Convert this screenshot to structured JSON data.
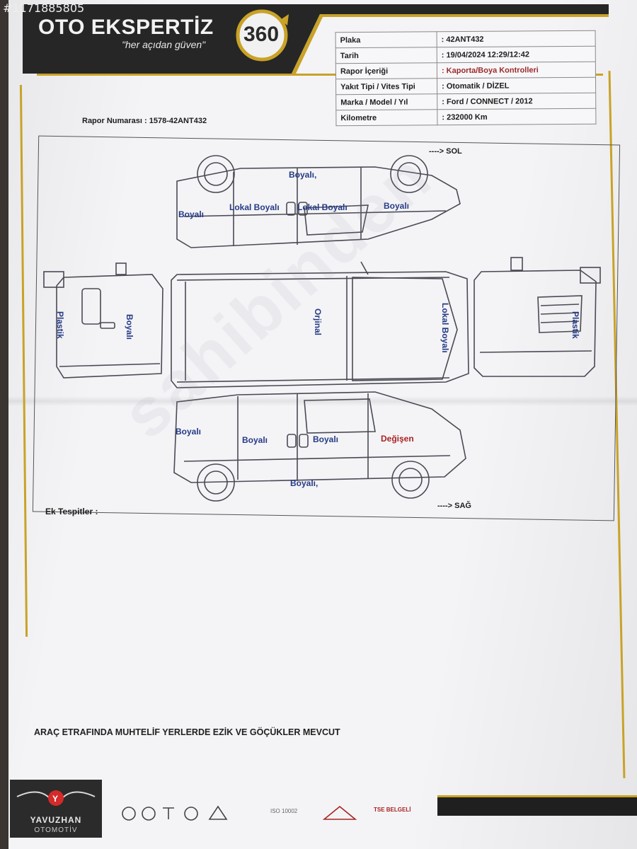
{
  "stock_id": "#1171885805",
  "brand": {
    "title": "OTO EKSPERTİZ",
    "slogan": "\"her açıdan güven\"",
    "badge": "360"
  },
  "info": [
    {
      "label": "Plaka",
      "value": ": 42ANT432"
    },
    {
      "label": "Tarih",
      "value": ": 19/04/2024  12:29/12:42"
    },
    {
      "label": "Rapor İçeriği",
      "value": ": Kaporta/Boya Kontrolleri"
    },
    {
      "label": "Yakıt Tipi / Vites Tipi",
      "value": ": Otomatik / DİZEL"
    },
    {
      "label": "Marka / Model / Yıl",
      "value": ": Ford / CONNECT / 2012"
    },
    {
      "label": "Kilometre",
      "value": ": 232000 Km"
    }
  ],
  "report_number": "Rapor Numarası  :  1578-42ANT432",
  "directions": {
    "sol": "----> SOL",
    "sag": "----> SAĞ"
  },
  "ek_tespitler": "Ek Tespitler :",
  "panel_labels": {
    "top_roof": "Boyalı,",
    "top_rear_quarter": "Boyalı",
    "top_rear_door": "Lokal Boyalı",
    "top_front_door": "Lokal Boyalı",
    "top_front_fender": "Boyalı",
    "rear_bumper": "Plastik",
    "rear_hatch": "Boyalı",
    "roof": "Orjinal",
    "hood": "Lokal Boyalı",
    "front_bumper": "Plastik",
    "bottom_rear_quarter": "Boyalı",
    "bottom_rear_door": "Boyalı",
    "bottom_front_door": "Boyalı",
    "bottom_front_fender": "Değişen",
    "bottom_sill": "Boyalı,"
  },
  "notes": "ARAÇ ETRAFINDA MUHTELİF YERLERDE EZİK VE GÖÇÜKLER MEVCUT",
  "dealer": {
    "name": "YAVUZHAN",
    "sub": "OTOMOTİV"
  },
  "footer_certs": {
    "iso": "ISO 10002",
    "tse": "TSE BELGELİ"
  },
  "watermark": "sahibinden"
}
